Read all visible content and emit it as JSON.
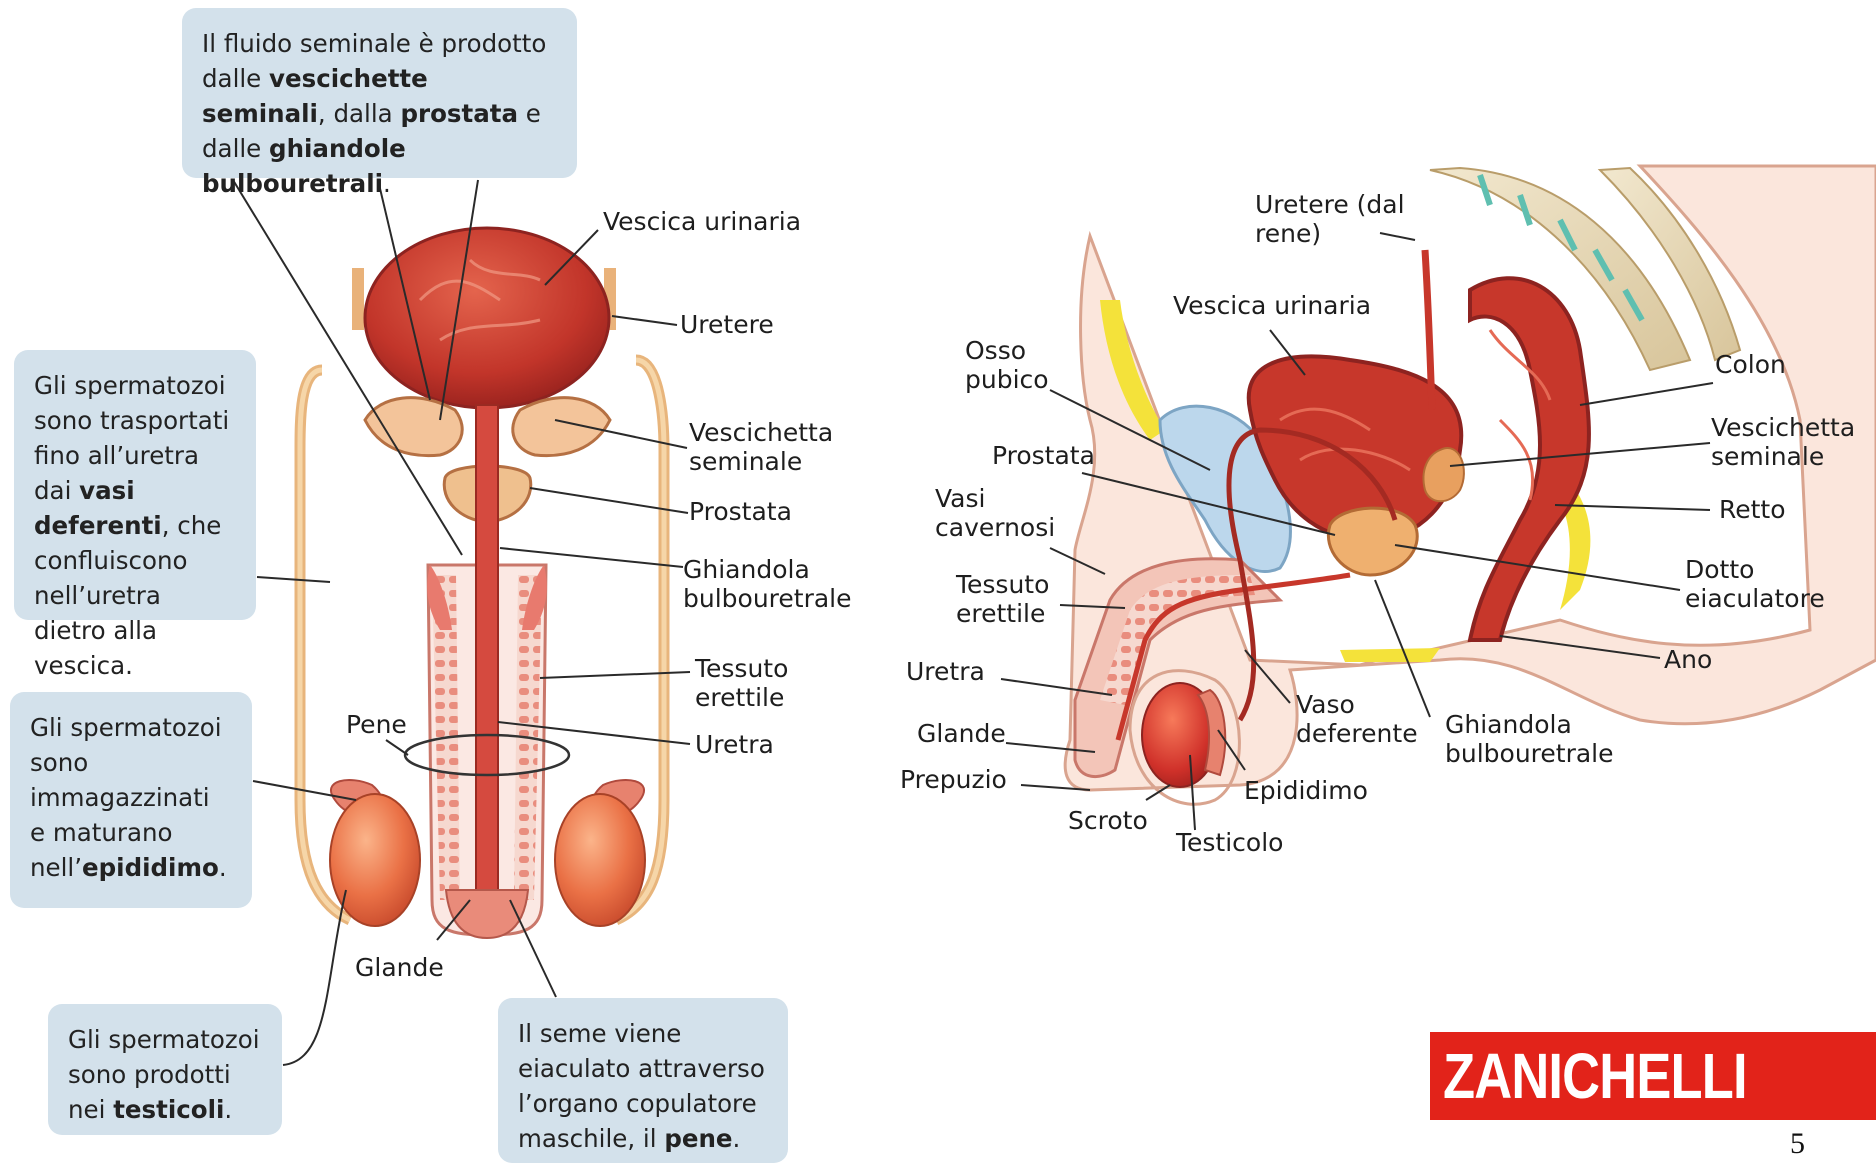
{
  "callouts": {
    "fluid": {
      "t1": "Il fluido seminale è prodotto dalle ",
      "b1": "vescichette seminali",
      "t2": ", dalla ",
      "b2": "prostata",
      "t3": " e dalle ",
      "b3": "ghiandole bulbouretrali",
      "t4": "."
    },
    "transport": {
      "t1": "Gli spermatozoi sono trasportati fino all’uretra dai ",
      "b1": "vasi deferenti",
      "t2": ", che confluiscono nell’uretra dietro alla vescica."
    },
    "storage": {
      "t1": "Gli spermatozoi sono immagazzinati e maturano nell’",
      "b1": "epididimo",
      "t2": "."
    },
    "production": {
      "t1": "Gli spermatozoi sono prodotti nei ",
      "b1": "testicoli",
      "t2": "."
    },
    "ejaculation": {
      "t1": "Il seme viene eiaculato attraverso l’organo copulatore maschile, il ",
      "b1": "pene",
      "t2": "."
    }
  },
  "front_labels": {
    "vescica": "Vescica urinaria",
    "uretere": "Uretere",
    "vescichetta": "Vescichetta seminale",
    "prostata": "Prostata",
    "ghiandola": "Ghiandola bulbouretrale",
    "tessuto": "Tessuto erettile",
    "uretra": "Uretra",
    "pene": "Pene",
    "glande": "Glande"
  },
  "side_labels": {
    "uretere": "Uretere (dal rene)",
    "vescica": "Vescica urinaria",
    "osso": "Osso pubico",
    "colon": "Colon",
    "prostata": "Prostata",
    "vescichetta": "Vescichetta seminale",
    "vasi_cav": "Vasi cavernosi",
    "retto": "Retto",
    "tessuto": "Tessuto erettile",
    "dotto": "Dotto eiaculatore",
    "ano": "Ano",
    "uretra": "Uretra",
    "vaso_def": "Vaso deferente",
    "ghiandola": "Ghiandola bulbouretrale",
    "glande": "Glande",
    "prepuzio": "Prepuzio",
    "epididimo": "Epididimo",
    "scroto": "Scroto",
    "testicolo": "Testicolo"
  },
  "logo": "ZANICHELLI",
  "page_number": "5",
  "colors": {
    "callout_bg": "#d3e1eb",
    "logo_red": "#e2231a",
    "organ_red": "#c7372b",
    "tissue_pink": "#f3c5b8",
    "vessel_tan": "#f1c693",
    "bone": "#efe3c5",
    "fat_yellow": "#f4e23a"
  }
}
